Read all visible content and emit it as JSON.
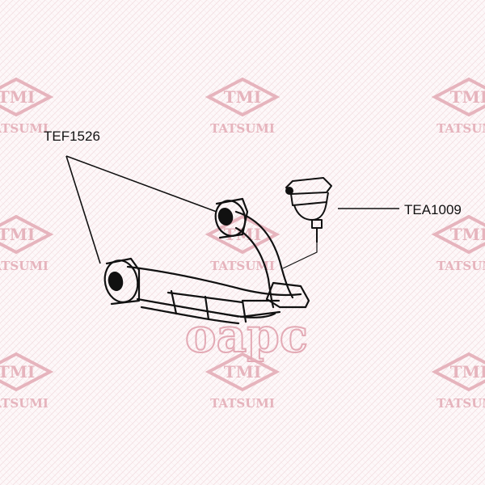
{
  "watermark": {
    "logo_text": "TMI",
    "brand_text": "TATSUMI",
    "center_mark_text": "oapc",
    "color": "#e6b4bd"
  },
  "parts": [
    {
      "code": "TEF1526"
    },
    {
      "code": "TEA1009"
    }
  ]
}
